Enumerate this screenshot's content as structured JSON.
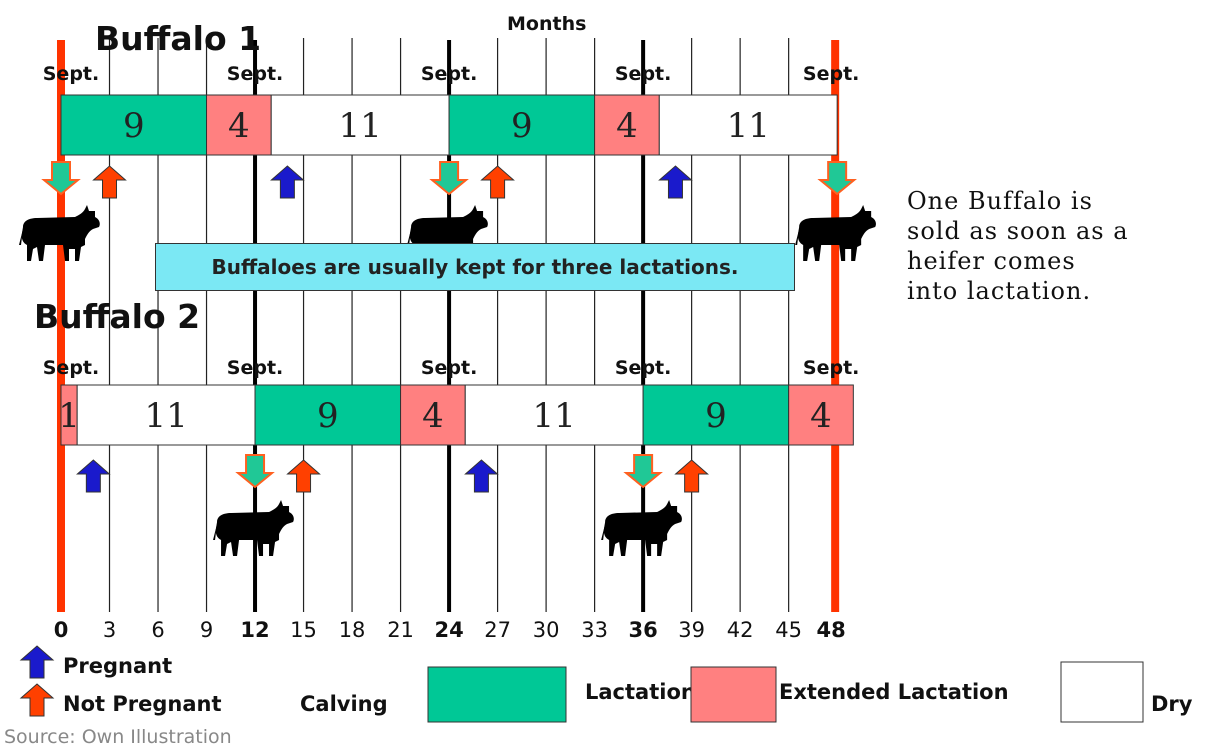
{
  "header": {
    "title_top": "Buffalo 1",
    "title_bottom": "Buffalo 2",
    "axis_top_label": "Months"
  },
  "sept_label": "Sept.",
  "rows": [
    {
      "name": "Buffalo 1",
      "segments": [
        {
          "start": 0,
          "end": 9,
          "kind": "lactation",
          "label": "9"
        },
        {
          "start": 9,
          "end": 13,
          "kind": "extended",
          "label": "4"
        },
        {
          "start": 13,
          "end": 24,
          "kind": "dry",
          "label": "11"
        },
        {
          "start": 24,
          "end": 33,
          "kind": "lactation",
          "label": "9"
        },
        {
          "start": 33,
          "end": 37,
          "kind": "extended",
          "label": "4"
        },
        {
          "start": 37,
          "end": 48,
          "kind": "dry",
          "label": "11"
        }
      ],
      "sept_months": [
        0,
        12,
        24,
        36,
        48
      ],
      "calving_months": [
        0,
        24,
        48
      ],
      "pregnant_months": [
        14,
        38
      ],
      "not_pregnant_months": [
        3,
        27
      ]
    },
    {
      "name": "Buffalo 2",
      "segments": [
        {
          "start": 0,
          "end": 1,
          "kind": "extended",
          "label": "1"
        },
        {
          "start": 1,
          "end": 12,
          "kind": "dry",
          "label": "11"
        },
        {
          "start": 12,
          "end": 21,
          "kind": "lactation",
          "label": "9"
        },
        {
          "start": 21,
          "end": 25,
          "kind": "extended",
          "label": "4"
        },
        {
          "start": 25,
          "end": 36,
          "kind": "dry",
          "label": "11"
        },
        {
          "start": 36,
          "end": 45,
          "kind": "lactation",
          "label": "9"
        },
        {
          "start": 45,
          "end": 49,
          "kind": "extended",
          "label": "4"
        }
      ],
      "sept_months": [
        0,
        12,
        24,
        36,
        48
      ],
      "calving_months": [
        12,
        36
      ],
      "pregnant_months": [
        2,
        26
      ],
      "not_pregnant_months": [
        15,
        39
      ]
    }
  ],
  "axis": {
    "ticks": [
      "0",
      "3",
      "6",
      "9",
      "12",
      "15",
      "18",
      "21",
      "24",
      "27",
      "30",
      "33",
      "36",
      "39",
      "42",
      "45",
      "48"
    ],
    "major_ticks": [
      "0",
      "12",
      "24",
      "36",
      "48"
    ]
  },
  "banner_text": "Buffaloes are usually kept for three lactations.",
  "note_lines": [
    "One Buffalo is",
    "sold as soon as a",
    "heifer comes",
    "into lactation."
  ],
  "legend": {
    "pregnant": "Pregnant",
    "not_pregnant": "Not Pregnant",
    "calving": "Calving",
    "lactation": "Lactation",
    "extended": "Extended Lactation",
    "dry": "Dry"
  },
  "source": "Source: Own Illustration",
  "colors": {
    "lactation": "#00c896",
    "extended": "#ff8080",
    "dry": "#ffffff",
    "boundary": "#ff3300",
    "pregnant": "#1a1acc",
    "not_pregnant": "#ff4000",
    "calving_arrow": "#20c896",
    "calving_arrow_border": "#ff6020",
    "cow": "#000000",
    "banner": "#7be8f4"
  }
}
